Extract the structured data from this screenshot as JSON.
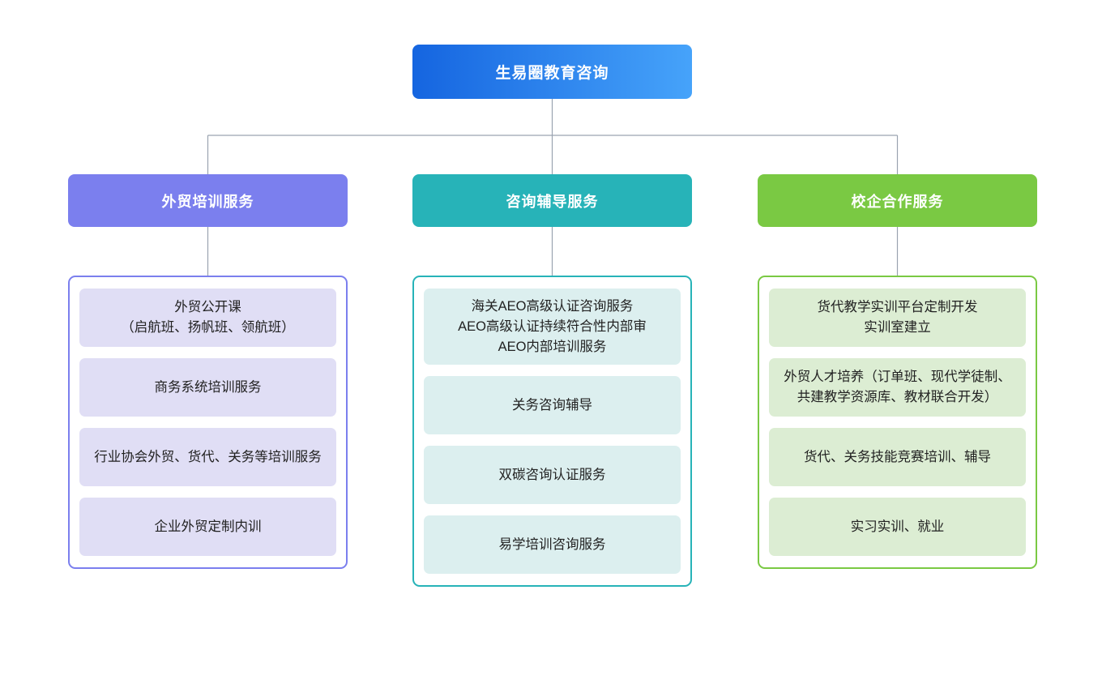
{
  "diagram": {
    "title": "生易圈教育咨询",
    "type": "organization-chart",
    "background": "#ffffff",
    "connector_color": "#9aa3b0"
  },
  "root": {
    "label": "生易圈教育咨询",
    "gradient_from": "#1565E0",
    "gradient_to": "#46A3FA"
  },
  "branches": [
    {
      "id": "waimao-peixun",
      "header_label": "外贸培训服务",
      "header_color": "#7B7FEE",
      "border_color": "#7B7FEE",
      "item_bg": "#E0DEF5",
      "items": [
        {
          "label": "外贸公开课\n（启航班、扬帆班、领航班）"
        },
        {
          "label": "商务系统培训服务"
        },
        {
          "label": "行业协会外贸、货代、关务等培训服务"
        },
        {
          "label": "企业外贸定制内训"
        }
      ]
    },
    {
      "id": "zixun-fudao",
      "header_label": "咨询辅导服务",
      "header_color": "#27B3B8",
      "border_color": "#27B3B8",
      "item_bg": "#DCEFEF",
      "items": [
        {
          "label": "海关AEO高级认证咨询服务\nAEO高级认证持续符合性内部审\nAEO内部培训服务"
        },
        {
          "label": "关务咨询辅导"
        },
        {
          "label": "双碳咨询认证服务"
        },
        {
          "label": "易学培训咨询服务"
        }
      ]
    },
    {
      "id": "xiaoqi-hezuo",
      "header_label": "校企合作服务",
      "header_color": "#7AC943",
      "border_color": "#7AC943",
      "item_bg": "#DCEDD3",
      "items": [
        {
          "label": "货代教学实训平台定制开发\n实训室建立"
        },
        {
          "label": "外贸人才培养（订单班、现代学徒制、共建教学资源库、教材联合开发）"
        },
        {
          "label": "货代、关务技能竞赛培训、辅导"
        },
        {
          "label": "实习实训、就业"
        }
      ]
    }
  ]
}
